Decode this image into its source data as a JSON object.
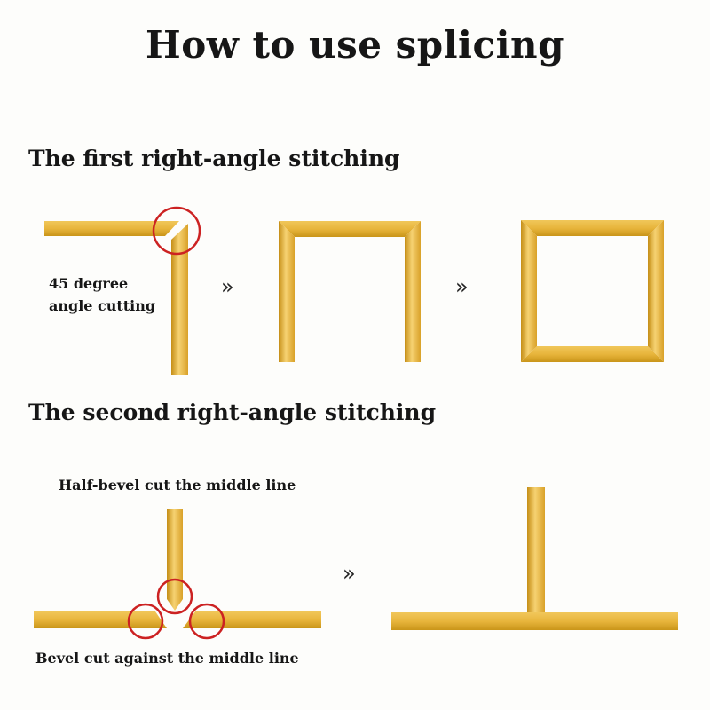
{
  "page": {
    "title": "How to use splicing",
    "section_1": "The first right-angle stitching",
    "section_2": "The second right-angle stitching"
  },
  "callouts": {
    "cut_45_line1": "45 degree",
    "cut_45_line2": "angle cutting",
    "half_bevel": "Half-bevel cut the middle line",
    "bevel_against": "Bevel cut against the middle line"
  },
  "arrows": {
    "symbol": "»"
  },
  "colors": {
    "gold_light": "#f6d272",
    "gold_mid": "#e8b53c",
    "gold_dark": "#c58e16",
    "marker_red": "#cc2222"
  }
}
